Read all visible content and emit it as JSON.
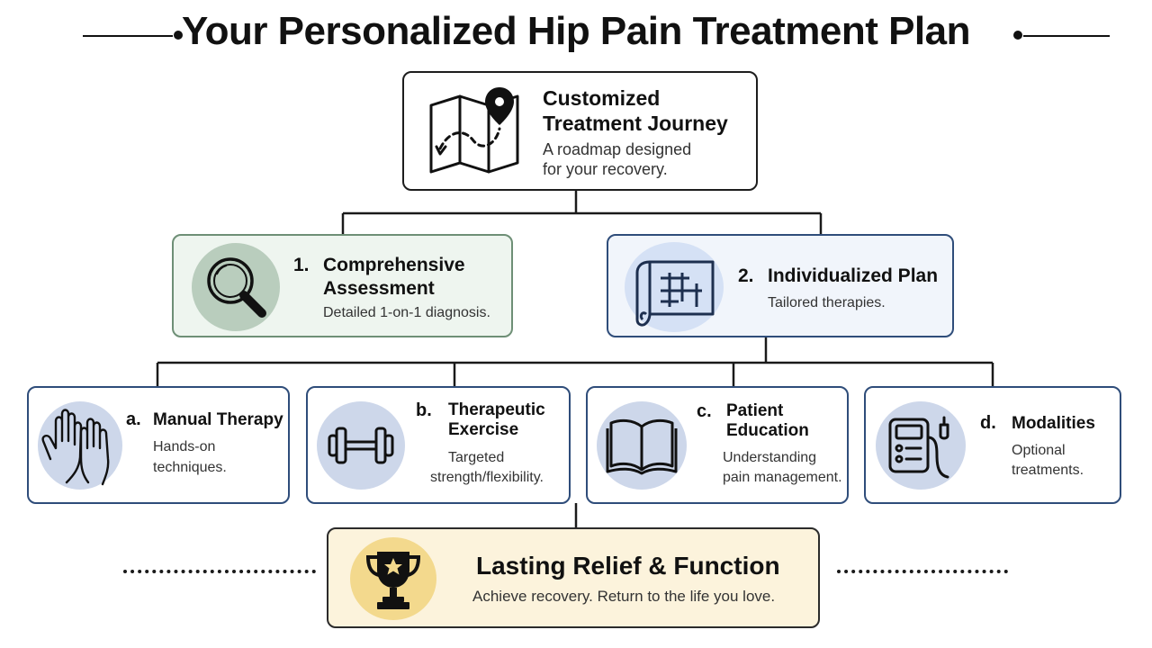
{
  "title": "Your Personalized Hip Pain Treatment Plan",
  "root": {
    "heading_line1": "Customized",
    "heading_line2": "Treatment Journey",
    "desc_line1": "A roadmap designed",
    "desc_line2": "for your recovery.",
    "icon": "folded-map-pin-icon"
  },
  "steps": [
    {
      "number": "1.",
      "heading_line1": "Comprehensive",
      "heading_line2": "Assessment",
      "desc": "Detailed 1-on-1 diagnosis.",
      "icon": "magnifying-glass-icon",
      "accent": "#b9cdbd"
    },
    {
      "number": "2.",
      "heading": "Individualized Plan",
      "desc": "Tailored therapies.",
      "icon": "blueprint-scroll-icon",
      "accent": "#d5e1f5"
    }
  ],
  "therapies": [
    {
      "letter": "a.",
      "heading_line1": "Manual Therapy",
      "desc_line1": "Hands-on",
      "desc_line2": "techniques.",
      "icon": "hands-icon"
    },
    {
      "letter": "b.",
      "heading_line1": "Therapeutic",
      "heading_line2": "Exercise",
      "desc_line1": "Targeted",
      "desc_line2": "strength/flexibility.",
      "icon": "dumbbell-icon"
    },
    {
      "letter": "c.",
      "heading_line1": "Patient",
      "heading_line2": "Education",
      "desc_line1": "Understanding",
      "desc_line2": "pain management.",
      "icon": "open-book-icon"
    },
    {
      "letter": "d.",
      "heading_line1": "Modalities",
      "desc_line1": "Optional",
      "desc_line2": "treatments.",
      "icon": "tens-device-icon"
    }
  ],
  "goal": {
    "heading": "Lasting Relief & Function",
    "desc": "Achieve recovery. Return to the life you love.",
    "icon": "trophy-icon",
    "accent": "#f3d98d"
  },
  "colors": {
    "ink": "#111111",
    "navy_border": "#2f4d7a",
    "sub_circle": "#cdd7ea",
    "green_border": "#6e8f76",
    "goal_fill": "#fcf3dc"
  }
}
